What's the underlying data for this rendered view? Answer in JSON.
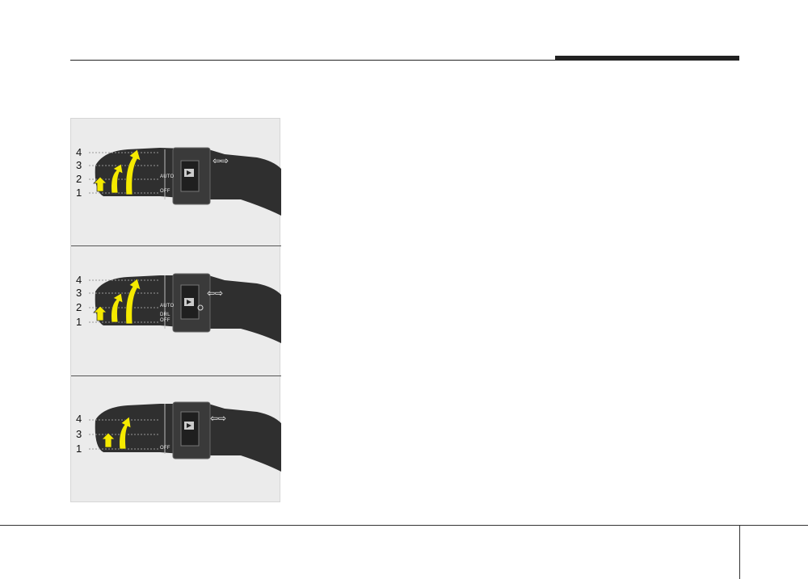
{
  "figure": {
    "panels": [
      {
        "id": "p1",
        "positions": [
          "4",
          "3",
          "2",
          "1"
        ],
        "switch_labels": [
          "AUTO",
          "OFF"
        ]
      },
      {
        "id": "p2",
        "positions": [
          "4",
          "3",
          "2",
          "1"
        ],
        "switch_labels": [
          "AUTO",
          "DRL",
          "OFF"
        ]
      },
      {
        "id": "p3",
        "positions": [
          "4",
          "3",
          "1"
        ],
        "switch_labels": [
          "OFF"
        ]
      }
    ]
  },
  "colors": {
    "arrow": "#f5ea00",
    "stalk": "#2f2f2f",
    "background": "#ebebeb"
  }
}
